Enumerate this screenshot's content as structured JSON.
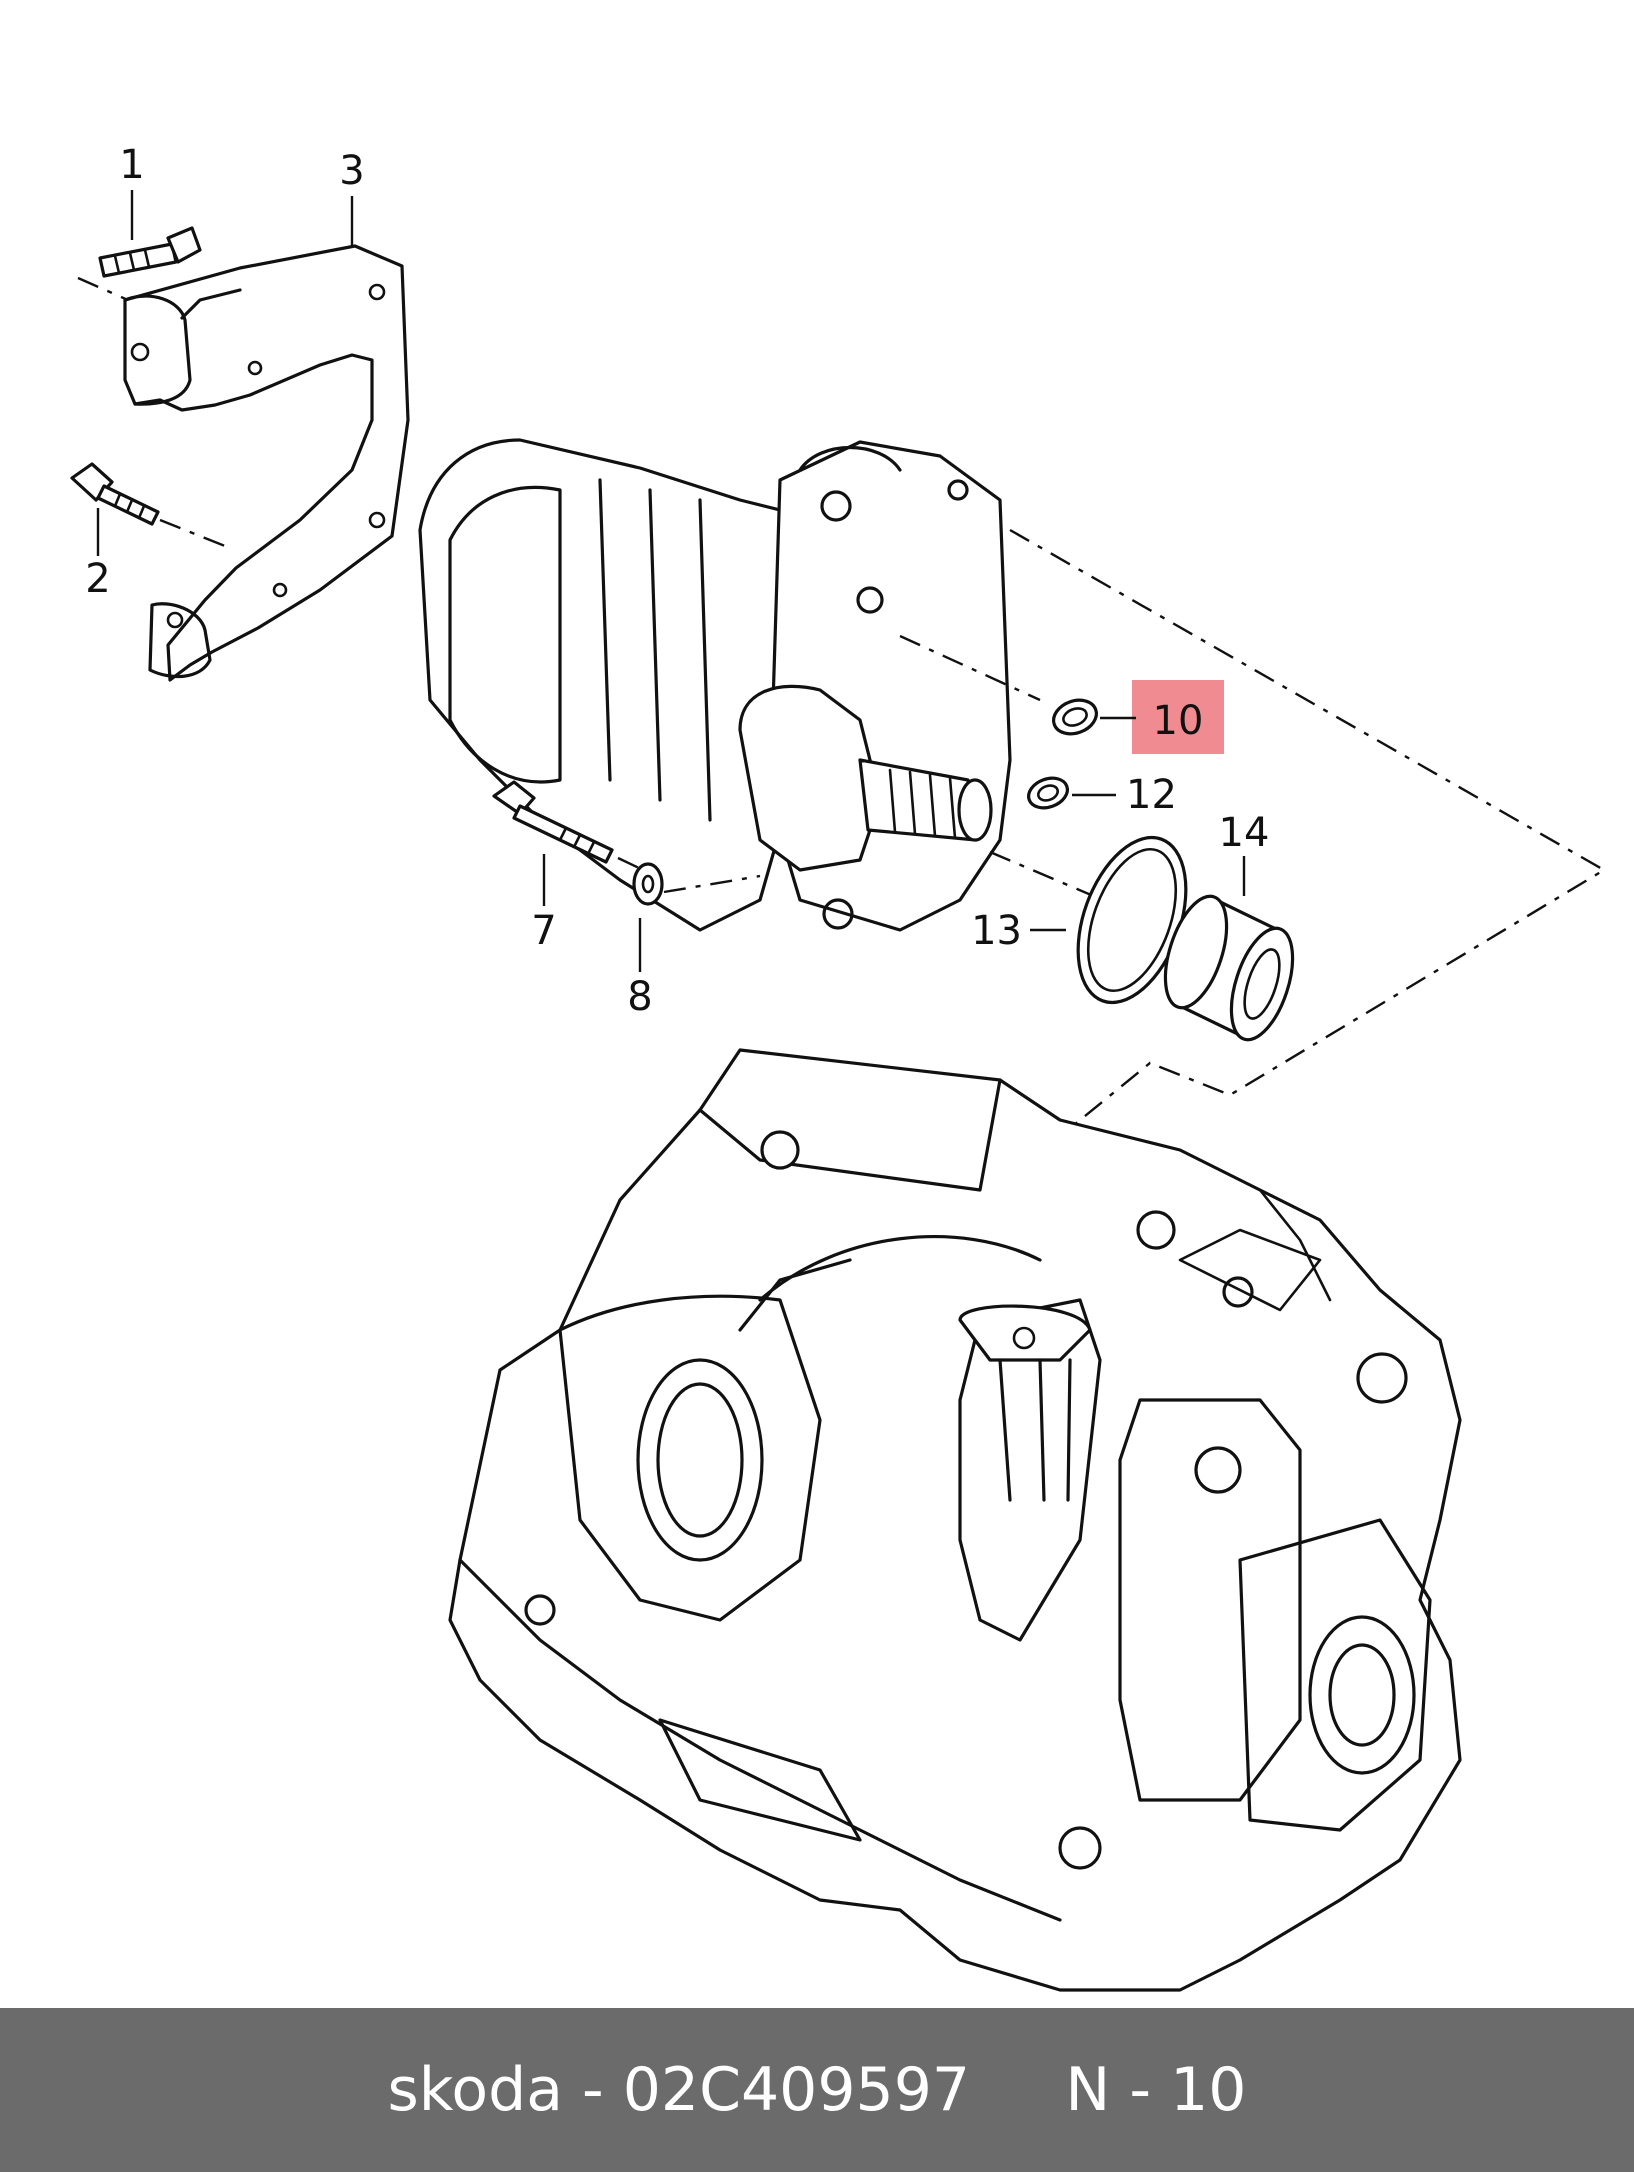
{
  "callouts": [
    {
      "id": "1",
      "label": "1"
    },
    {
      "id": "2",
      "label": "2"
    },
    {
      "id": "3",
      "label": "3"
    },
    {
      "id": "7",
      "label": "7"
    },
    {
      "id": "8",
      "label": "8"
    },
    {
      "id": "10",
      "label": "10",
      "highlighted": true
    },
    {
      "id": "12",
      "label": "12"
    },
    {
      "id": "13",
      "label": "13"
    },
    {
      "id": "14",
      "label": "14"
    }
  ],
  "highlight_color": "#f08b92",
  "footer": {
    "part_text": "skoda - 02C409597",
    "ref_text": "N - 10",
    "background": "#6b6b6b"
  }
}
